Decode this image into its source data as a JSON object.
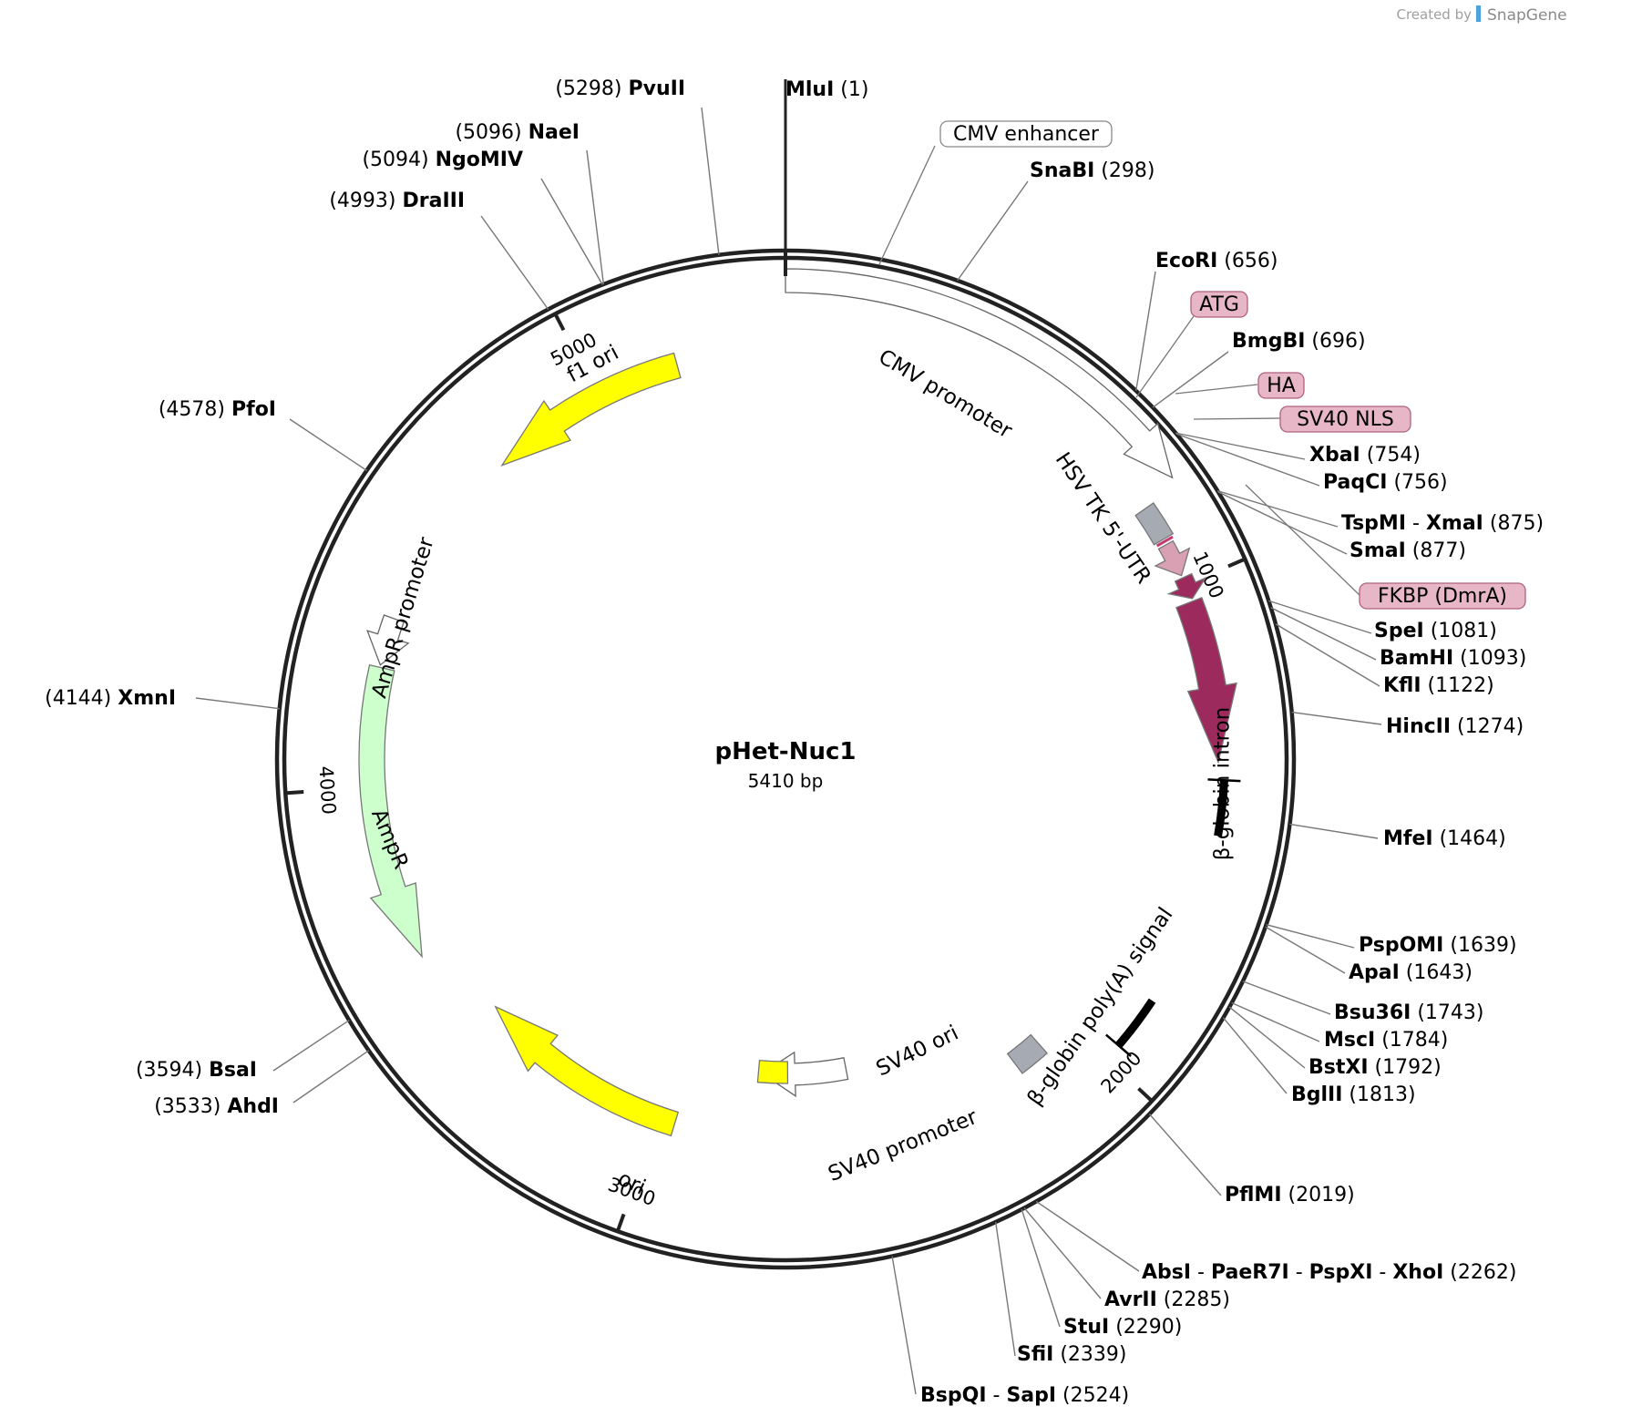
{
  "plasmid": {
    "name": "pHet-Nuc1",
    "length": 5410,
    "length_label": "5410 bp"
  },
  "credit": {
    "prefix": "Created by",
    "brand": "SnapGene"
  },
  "ticks": [
    {
      "pos": 1000,
      "label": "1000"
    },
    {
      "pos": 2000,
      "label": "2000"
    },
    {
      "pos": 3000,
      "label": "3000"
    },
    {
      "pos": 4000,
      "label": "4000"
    },
    {
      "pos": 5000,
      "label": "5000"
    }
  ],
  "features": [
    {
      "name": "CMV promoter",
      "start": 1,
      "end": 812,
      "dir": 1,
      "color": "#ffffff",
      "type": "promoter"
    },
    {
      "name": "HSV TK 5'-UTR",
      "start": 830,
      "end": 900,
      "dir": 0,
      "color": "#a6abb3",
      "type": "box"
    },
    {
      "name": "ATG",
      "start": 905,
      "end": 910,
      "dir": 1,
      "color": "#c53a71",
      "type": "tiny"
    },
    {
      "name": "HA",
      "start": 912,
      "end": 980,
      "dir": 1,
      "color": "#d9a0b4",
      "type": "arrow"
    },
    {
      "name": "SV40 NLS",
      "start": 985,
      "end": 1030,
      "dir": 1,
      "color": "#9c2a5c",
      "type": "arrow"
    },
    {
      "name": "FKBP (DmrA)",
      "start": 1035,
      "end": 1360,
      "dir": 1,
      "color": "#9c2a5c",
      "type": "arrow"
    },
    {
      "name": "β-globin intron",
      "start": 1395,
      "end": 1965,
      "dir": 0,
      "color": "#000000",
      "type": "intron"
    },
    {
      "name": "β-globin poly(A) signal",
      "start": 2080,
      "end": 2150,
      "dir": 0,
      "color": "#a6abb3",
      "type": "box"
    },
    {
      "name": "SV40 promoter",
      "start": 2540,
      "end": 2770,
      "dir": 1,
      "color": "#ffffff",
      "type": "promoter"
    },
    {
      "name": "SV40 ori",
      "start": 2700,
      "end": 2780,
      "dir": 0,
      "color": "#ffff00",
      "type": "box"
    },
    {
      "name": "ori",
      "start": 2960,
      "end": 3450,
      "dir": 1,
      "color": "#ffff00",
      "type": "arrow"
    },
    {
      "name": "AmpR",
      "start": 3630,
      "end": 4250,
      "dir": -1,
      "color": "#ccffcc",
      "type": "arrow"
    },
    {
      "name": "AmpR promoter",
      "start": 4255,
      "end": 4355,
      "dir": -1,
      "color": "#ffffff",
      "type": "promoter"
    },
    {
      "name": "f1 ori",
      "start": 4750,
      "end": 5180,
      "dir": -1,
      "color": "#ffff00",
      "type": "arrow"
    }
  ],
  "labels": [
    {
      "text": "CMV enhancer",
      "style": "box",
      "fill": "#ffffff"
    },
    {
      "text": "ATG",
      "style": "box",
      "fill": "#e8b7c7"
    },
    {
      "text": "HA",
      "style": "box",
      "fill": "#e8b7c7"
    },
    {
      "text": "SV40 NLS",
      "style": "box",
      "fill": "#e8b7c7"
    },
    {
      "text": "FKBP (DmrA)",
      "style": "box",
      "fill": "#e8b7c7"
    },
    {
      "text": "CMV promoter",
      "style": "arc"
    },
    {
      "text": "HSV TK 5'-UTR",
      "style": "rot"
    },
    {
      "text": "β-globin intron",
      "style": "rot"
    },
    {
      "text": "β-globin poly(A) signal",
      "style": "rot"
    },
    {
      "text": "SV40 promoter",
      "style": "rot"
    },
    {
      "text": "SV40 ori",
      "style": "rot"
    },
    {
      "text": "ori",
      "style": "rot"
    },
    {
      "text": "AmpR",
      "style": "rot"
    },
    {
      "text": "AmpR promoter",
      "style": "rot"
    },
    {
      "text": "f1 ori",
      "style": "rot"
    }
  ],
  "sites": [
    {
      "names": [
        "MluI"
      ],
      "pos": 1
    },
    {
      "names": [
        "SnaBI"
      ],
      "pos": 298
    },
    {
      "names": [
        "EcoRI"
      ],
      "pos": 656
    },
    {
      "names": [
        "BmgBI"
      ],
      "pos": 696
    },
    {
      "names": [
        "XbaI"
      ],
      "pos": 754
    },
    {
      "names": [
        "PaqCI"
      ],
      "pos": 756
    },
    {
      "names": [
        "TspMI",
        "XmaI"
      ],
      "pos": 875
    },
    {
      "names": [
        "SmaI"
      ],
      "pos": 877
    },
    {
      "names": [
        "SpeI"
      ],
      "pos": 1081
    },
    {
      "names": [
        "BamHI"
      ],
      "pos": 1093
    },
    {
      "names": [
        "KflI"
      ],
      "pos": 1122
    },
    {
      "names": [
        "HincII"
      ],
      "pos": 1274
    },
    {
      "names": [
        "MfeI"
      ],
      "pos": 1464
    },
    {
      "names": [
        "PspOMI"
      ],
      "pos": 1639
    },
    {
      "names": [
        "ApaI"
      ],
      "pos": 1643
    },
    {
      "names": [
        "Bsu36I"
      ],
      "pos": 1743
    },
    {
      "names": [
        "MscI"
      ],
      "pos": 1784
    },
    {
      "names": [
        "BstXI"
      ],
      "pos": 1792
    },
    {
      "names": [
        "BglII"
      ],
      "pos": 1813
    },
    {
      "names": [
        "PflMI"
      ],
      "pos": 2019
    },
    {
      "names": [
        "AbsI",
        "PaeR7I",
        "PspXI",
        "XhoI"
      ],
      "pos": 2262
    },
    {
      "names": [
        "AvrII"
      ],
      "pos": 2285
    },
    {
      "names": [
        "StuI"
      ],
      "pos": 2290
    },
    {
      "names": [
        "SfiI"
      ],
      "pos": 2339
    },
    {
      "names": [
        "BspQI",
        "SapI"
      ],
      "pos": 2524
    },
    {
      "names": [
        "AhdI"
      ],
      "pos": 3533
    },
    {
      "names": [
        "BsaI"
      ],
      "pos": 3594
    },
    {
      "names": [
        "XmnI"
      ],
      "pos": 4144
    },
    {
      "names": [
        "PfoI"
      ],
      "pos": 4578
    },
    {
      "names": [
        "DraIII"
      ],
      "pos": 4993
    },
    {
      "names": [
        "NgoMIV"
      ],
      "pos": 5094
    },
    {
      "names": [
        "NaeI"
      ],
      "pos": 5096
    },
    {
      "names": [
        "PvuII"
      ],
      "pos": 5298
    }
  ]
}
